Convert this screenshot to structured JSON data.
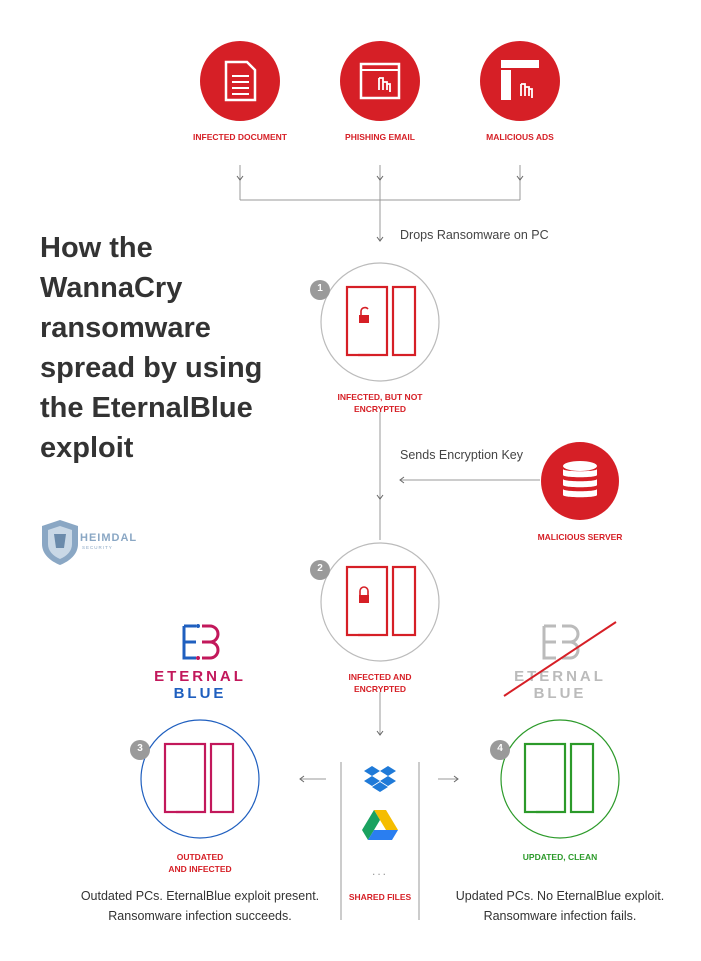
{
  "title": "How the WannaCry ransomware spread by using the EternalBlue exploit",
  "sources": [
    {
      "label": "INFECTED DOCUMENT",
      "icon": "document-icon"
    },
    {
      "label": "PHISHING EMAIL",
      "icon": "phishing-email-icon"
    },
    {
      "label": "MALICIOUS ADS",
      "icon": "malicious-ads-icon"
    }
  ],
  "flow": {
    "drops": "Drops Ransomware on PC",
    "sends_key": "Sends Encryption Key"
  },
  "steps": [
    {
      "number": "1",
      "label": "INFECTED, BUT NOT\nENCRYPTED"
    },
    {
      "number": "2",
      "label": "INFECTED AND\nENCRYPTED"
    },
    {
      "number": "3",
      "label": "OUTDATED\nAND INFECTED"
    },
    {
      "number": "4",
      "label": "UPDATED, CLEAN"
    }
  ],
  "server": {
    "label": "MALICIOUS SERVER"
  },
  "shared": {
    "label": "SHARED FILES",
    "dots": "..."
  },
  "eternalblue": {
    "line1": "ETERNAL",
    "line2": "BLUE"
  },
  "outcomes": {
    "left_line1": "Outdated PCs. EternalBlue exploit present.",
    "left_line2": "Ransomware infection succeeds.",
    "right_line1": "Updated PCs. No EternalBlue exploit.",
    "right_line2": "Ransomware infection fails."
  },
  "brand": {
    "name": "HEIMDAL",
    "sub": "SECURITY"
  },
  "colors": {
    "red": "#d61f26",
    "blue": "#1f5fbf",
    "magenta": "#c2185b",
    "green": "#2c9a2a",
    "grey": "#aaaaaa"
  }
}
